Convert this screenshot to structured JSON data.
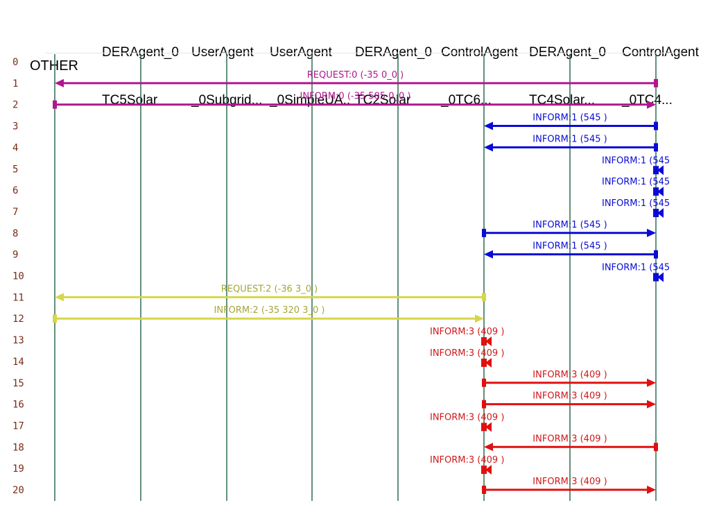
{
  "agents": [
    {
      "line1": "OTHER",
      "line2": ""
    },
    {
      "line1": "DERAgent_0",
      "line2": "TC5Solar"
    },
    {
      "line1": "UserAgent",
      "line2": "_0Subgrid..."
    },
    {
      "line1": "UserAgent",
      "line2": "_0SimpleUA.."
    },
    {
      "line1": "DERAgent_0",
      "line2": "TC2Solar"
    },
    {
      "line1": "ControlAgent",
      "line2": "_0TC6..."
    },
    {
      "line1": "DERAgent_0",
      "line2": "TC4Solar..."
    },
    {
      "line1": "ControlAgent",
      "line2": "_0TC4..."
    }
  ],
  "row_labels": [
    "0",
    "1",
    "2",
    "3",
    "4",
    "5",
    "6",
    "7",
    "8",
    "9",
    "10",
    "11",
    "12",
    "13",
    "14",
    "15",
    "16",
    "17",
    "18",
    "19",
    "20"
  ],
  "colors": {
    "magenta": "#b0168f",
    "blue": "#0a0ad6",
    "yellow": "#d6d64a",
    "yellow_text": "#a6a637",
    "red": "#e01010",
    "red_text": "#d01818",
    "lifeline": "#2f6b4f"
  },
  "messages": [
    {
      "row": 1,
      "from": 7,
      "to": 0,
      "label": "REQUEST:0 (-35  0_0    )",
      "color": "magenta"
    },
    {
      "row": 2,
      "from": 0,
      "to": 7,
      "label": "INFORM:0 (-35  505  0_0 )",
      "color": "magenta"
    },
    {
      "row": 3,
      "from": 7,
      "to": 5,
      "label": "INFORM:1 (545       )",
      "color": "blue"
    },
    {
      "row": 4,
      "from": 7,
      "to": 5,
      "label": "INFORM:1 (545       )",
      "color": "blue"
    },
    {
      "row": 5,
      "from": 7,
      "to": 7,
      "label": "INFORM:1 (545",
      "color": "blue"
    },
    {
      "row": 6,
      "from": 7,
      "to": 7,
      "label": "INFORM:1 (545",
      "color": "blue"
    },
    {
      "row": 7,
      "from": 7,
      "to": 7,
      "label": "INFORM:1 (545",
      "color": "blue"
    },
    {
      "row": 8,
      "from": 5,
      "to": 7,
      "label": "INFORM:1 (545       )",
      "color": "blue"
    },
    {
      "row": 9,
      "from": 7,
      "to": 5,
      "label": "INFORM:1 (545       )",
      "color": "blue"
    },
    {
      "row": 10,
      "from": 7,
      "to": 7,
      "label": "INFORM:1 (545",
      "color": "blue"
    },
    {
      "row": 11,
      "from": 5,
      "to": 0,
      "label": "REQUEST:2 (-36  3_0    )",
      "color": "yellow"
    },
    {
      "row": 12,
      "from": 0,
      "to": 5,
      "label": "INFORM:2 (-35  320  3_0 )",
      "color": "yellow"
    },
    {
      "row": 13,
      "from": 5,
      "to": 5,
      "label": "INFORM:3 (409       )",
      "color": "red"
    },
    {
      "row": 14,
      "from": 5,
      "to": 5,
      "label": "INFORM:3 (409       )",
      "color": "red"
    },
    {
      "row": 15,
      "from": 5,
      "to": 7,
      "label": "INFORM:3 (409       )",
      "color": "red"
    },
    {
      "row": 16,
      "from": 5,
      "to": 7,
      "label": "INFORM:3 (409       )",
      "color": "red"
    },
    {
      "row": 17,
      "from": 5,
      "to": 5,
      "label": "INFORM:3 (409       )",
      "color": "red"
    },
    {
      "row": 18,
      "from": 7,
      "to": 5,
      "label": "INFORM:3 (409       )",
      "color": "red"
    },
    {
      "row": 19,
      "from": 5,
      "to": 5,
      "label": "INFORM:3 (409       )",
      "color": "red"
    },
    {
      "row": 20,
      "from": 5,
      "to": 7,
      "label": "INFORM:3 (409       )",
      "color": "red"
    }
  ]
}
